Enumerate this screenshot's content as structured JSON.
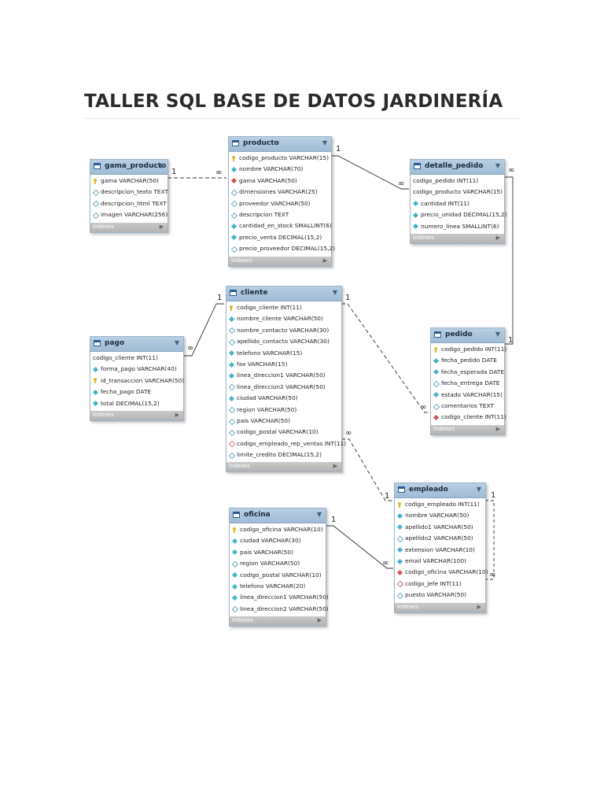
{
  "title": "TALLER SQL BASE DE DATOS JARDINERÍA",
  "tables": {
    "gama_producto": {
      "name": "gama_producto",
      "columns": [
        {
          "text": "gama VARCHAR(50)",
          "key": "pk"
        },
        {
          "text": "descripcion_texto TEXT",
          "key": "nl"
        },
        {
          "text": "descripcion_html TEXT",
          "key": "nl"
        },
        {
          "text": "imagen VARCHAR(256)",
          "key": "nl"
        }
      ],
      "indexes": "Indexes"
    },
    "producto": {
      "name": "producto",
      "columns": [
        {
          "text": "codigo_producto VARCHAR(15)",
          "key": "pk"
        },
        {
          "text": "nombre VARCHAR(70)",
          "key": "nn"
        },
        {
          "text": "gama VARCHAR(50)",
          "key": "fk"
        },
        {
          "text": "dimensiones VARCHAR(25)",
          "key": "nl"
        },
        {
          "text": "proveedor VARCHAR(50)",
          "key": "nl"
        },
        {
          "text": "descripcion TEXT",
          "key": "nl"
        },
        {
          "text": "cantidad_en_stock SMALLINT(6)",
          "key": "nn"
        },
        {
          "text": "precio_venta DECIMAL(15,2)",
          "key": "nn"
        },
        {
          "text": "precio_proveedor DECIMAL(15,2)",
          "key": "nl"
        }
      ],
      "indexes": "Indexes"
    },
    "detalle_pedido": {
      "name": "detalle_pedido",
      "columns": [
        {
          "text": "codigo_pedido INT(11)",
          "key": "none"
        },
        {
          "text": "codigo_producto VARCHAR(15)",
          "key": "none"
        },
        {
          "text": "cantidad INT(11)",
          "key": "nn"
        },
        {
          "text": "precio_unidad DECIMAL(15,2)",
          "key": "nn"
        },
        {
          "text": "numero_linea SMALLINT(6)",
          "key": "nn"
        }
      ],
      "indexes": "Indexes"
    },
    "cliente": {
      "name": "cliente",
      "columns": [
        {
          "text": "codigo_cliente INT(11)",
          "key": "pk"
        },
        {
          "text": "nombre_cliente VARCHAR(50)",
          "key": "nn"
        },
        {
          "text": "nombre_contacto VARCHAR(30)",
          "key": "nl"
        },
        {
          "text": "apellido_contacto VARCHAR(30)",
          "key": "nl"
        },
        {
          "text": "telefono VARCHAR(15)",
          "key": "nn"
        },
        {
          "text": "fax VARCHAR(15)",
          "key": "nn"
        },
        {
          "text": "linea_direccion1 VARCHAR(50)",
          "key": "nn"
        },
        {
          "text": "linea_direccion2 VARCHAR(50)",
          "key": "nl"
        },
        {
          "text": "ciudad VARCHAR(50)",
          "key": "nn"
        },
        {
          "text": "region VARCHAR(50)",
          "key": "nl"
        },
        {
          "text": "pais VARCHAR(50)",
          "key": "nl"
        },
        {
          "text": "codigo_postal VARCHAR(10)",
          "key": "nl"
        },
        {
          "text": "codigo_empleado_rep_ventas INT(11)",
          "key": "fkn"
        },
        {
          "text": "limite_credito DECIMAL(15,2)",
          "key": "nl"
        }
      ],
      "indexes": "Indexes"
    },
    "pago": {
      "name": "pago",
      "columns": [
        {
          "text": "codigo_cliente INT(11)",
          "key": "none"
        },
        {
          "text": "forma_pago VARCHAR(40)",
          "key": "nn"
        },
        {
          "text": "id_transaccion VARCHAR(50)",
          "key": "pk"
        },
        {
          "text": "fecha_pago DATE",
          "key": "nn"
        },
        {
          "text": "total DECIMAL(15,2)",
          "key": "nn"
        }
      ],
      "indexes": "Indexes"
    },
    "pedido": {
      "name": "pedido",
      "columns": [
        {
          "text": "codigo_pedido INT(11)",
          "key": "pk"
        },
        {
          "text": "fecha_pedido DATE",
          "key": "nn"
        },
        {
          "text": "fecha_esperada DATE",
          "key": "nn"
        },
        {
          "text": "fecha_entrega DATE",
          "key": "nl"
        },
        {
          "text": "estado VARCHAR(15)",
          "key": "nn"
        },
        {
          "text": "comentarios TEXT",
          "key": "nl"
        },
        {
          "text": "codigo_cliente INT(11)",
          "key": "fk"
        }
      ],
      "indexes": "Indexes"
    },
    "empleado": {
      "name": "empleado",
      "columns": [
        {
          "text": "codigo_empleado INT(11)",
          "key": "pk"
        },
        {
          "text": "nombre VARCHAR(50)",
          "key": "nn"
        },
        {
          "text": "apellido1 VARCHAR(50)",
          "key": "nn"
        },
        {
          "text": "apellido2 VARCHAR(50)",
          "key": "nl"
        },
        {
          "text": "extension VARCHAR(10)",
          "key": "nn"
        },
        {
          "text": "email VARCHAR(100)",
          "key": "nn"
        },
        {
          "text": "codigo_oficina VARCHAR(10)",
          "key": "fk"
        },
        {
          "text": "codigo_jefe INT(11)",
          "key": "fkn"
        },
        {
          "text": "puesto VARCHAR(50)",
          "key": "nl"
        }
      ],
      "indexes": "Indexes"
    },
    "oficina": {
      "name": "oficina",
      "columns": [
        {
          "text": "codigo_oficina VARCHAR(10)",
          "key": "pk"
        },
        {
          "text": "ciudad VARCHAR(30)",
          "key": "nn"
        },
        {
          "text": "pais VARCHAR(50)",
          "key": "nn"
        },
        {
          "text": "region VARCHAR(50)",
          "key": "nl"
        },
        {
          "text": "codigo_postal VARCHAR(10)",
          "key": "nn"
        },
        {
          "text": "telefono VARCHAR(20)",
          "key": "nn"
        },
        {
          "text": "linea_direccion1 VARCHAR(50)",
          "key": "nn"
        },
        {
          "text": "linea_direccion2 VARCHAR(50)",
          "key": "nl"
        }
      ],
      "indexes": "Indexes"
    }
  },
  "cardinality": {
    "one": "1",
    "many": "∞"
  },
  "colors": {
    "header": "#a9c4de",
    "index_bar": "#bdbdbd",
    "connector": "#333333"
  }
}
